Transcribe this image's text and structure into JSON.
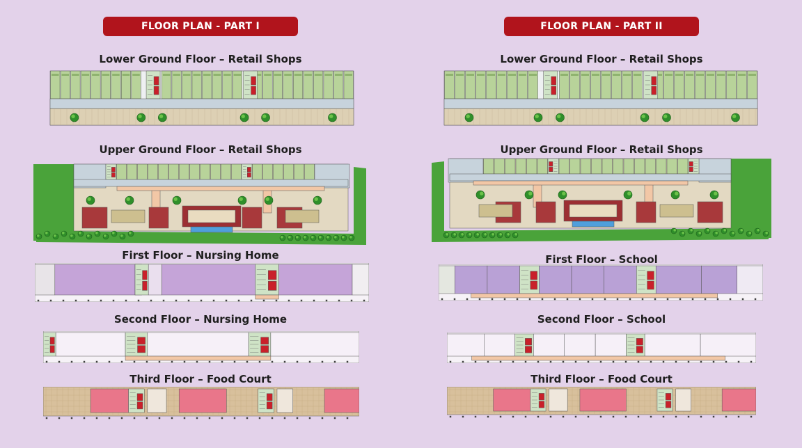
{
  "colors": {
    "background": "#e3d2ea",
    "banner": "#b1141c",
    "shop": "#b8d39a",
    "corridor": "#c7d3dc",
    "lawn": "#4aa33a",
    "paving": "#ddd0b4",
    "nursing": "#c5a4d8",
    "school": "#b9a1d6",
    "foodcourt": "#e9768a",
    "deck": "#d8c09c",
    "stair": "#cfe3c6",
    "lift": "#c9202a",
    "pool": "#4f9fdc",
    "walkway": "#f2c7a6",
    "planter": "#a8393b"
  },
  "part1": {
    "title": "FLOOR PLAN - PART I",
    "floors": [
      {
        "title": "Lower Ground Floor – Retail Shops",
        "type": "retail-lower"
      },
      {
        "title": "Upper Ground Floor – Retail Shops",
        "type": "retail-upper"
      },
      {
        "title": "First Floor – Nursing Home",
        "type": "nursing"
      },
      {
        "title": "Second Floor – Nursing Home",
        "type": "nursing2"
      },
      {
        "title": "Third Floor – Food Court",
        "type": "food"
      }
    ]
  },
  "part2": {
    "title": "FLOOR PLAN - PART II",
    "floors": [
      {
        "title": "Lower Ground Floor – Retail Shops",
        "type": "retail-lower"
      },
      {
        "title": "Upper Ground Floor – Retail Shops",
        "type": "retail-upper"
      },
      {
        "title": "First Floor – School",
        "type": "school"
      },
      {
        "title": "Second Floor – School",
        "type": "school2"
      },
      {
        "title": "Third Floor – Food Court",
        "type": "food"
      }
    ]
  }
}
